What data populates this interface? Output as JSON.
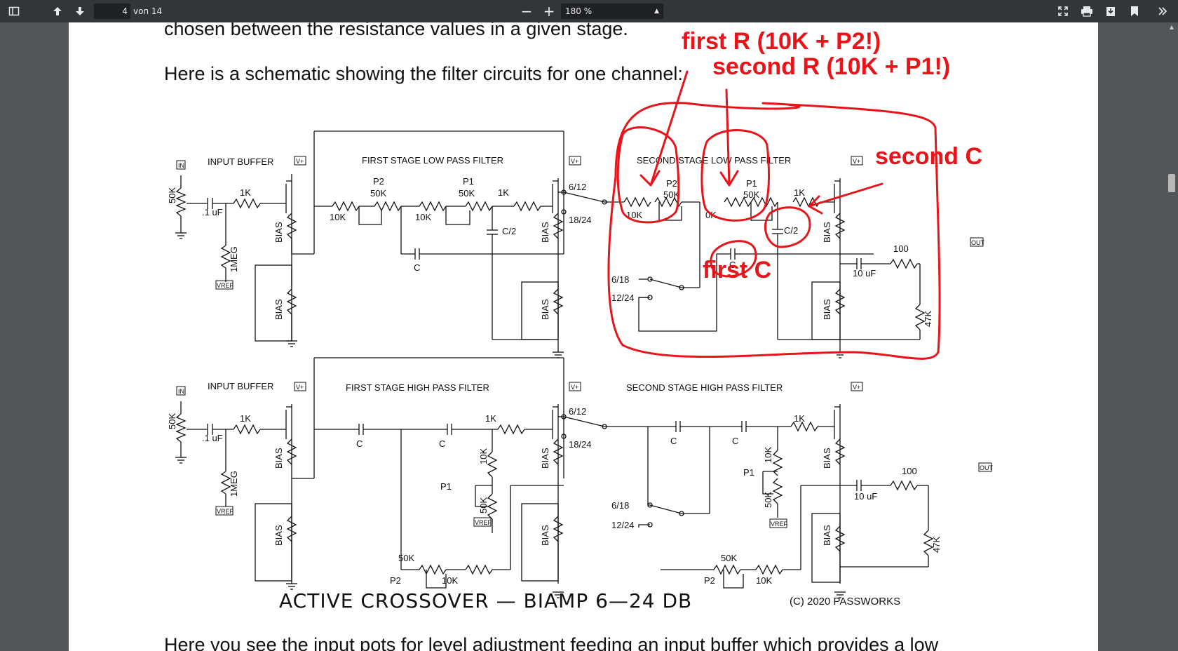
{
  "toolbar": {
    "page_current": "4",
    "page_total_label": "von 14",
    "zoom_value": "180 %",
    "zoom_out_label": "−",
    "zoom_in_label": "+"
  },
  "document": {
    "text_top": "chosen between the resistance values in a given stage.",
    "text_intro": "Here is a schematic showing the filter circuits for one channel:",
    "text_bottom": "Here you see the input pots for level adjustment feeding an input buffer which provides a low"
  },
  "schematic": {
    "title": "ACTIVE CROSSOVER — BIAMP 6—24 DB",
    "copyright": "(C) 2020 PASSWORKS",
    "section_input_buffer": "INPUT BUFFER",
    "section_lp1": "FIRST STAGE LOW PASS FILTER",
    "section_lp2": "SECOND STAGE LOW PASS FILTER",
    "section_hp1": "FIRST STAGE HIGH PASS FILTER",
    "section_hp2": "SECOND STAGE HIGH PASS FILTER",
    "in": "IN",
    "vplus": "V+",
    "vref": "VREF",
    "out": "OUT",
    "bias": "BIAS",
    "r_50k": "50K",
    "r_1k": "1K",
    "r_10k": "10K",
    "r_1meg": "1MEG",
    "r_100": "100",
    "r_47k": "47K",
    "c_01uf": ".1 uF",
    "c_10uf": "10 uF",
    "c": "C",
    "c_half": "C/2",
    "p1": "P1",
    "p2": "P2",
    "sw_6_12": "6/12",
    "sw_18_24": "18/24",
    "sw_6_18": "6/18",
    "sw_12_24": "12/24",
    "r_0k": "0K"
  },
  "annotations": {
    "first_r": "first R (10K + P2!)",
    "second_r": "second R (10K + P1!)",
    "second_c": "second C",
    "first_c": "first C"
  },
  "colors": {
    "toolbar_bg": "#323639",
    "viewer_bg": "#525659",
    "annotation_red": "#e8141a"
  }
}
